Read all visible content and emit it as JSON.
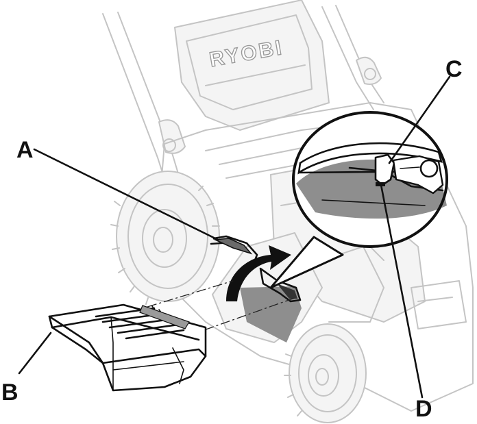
{
  "brand": {
    "logo_text": "RYOBI"
  },
  "callouts": {
    "a": "A",
    "b": "B",
    "c": "C",
    "d": "D"
  },
  "colors": {
    "line_art": "#c4c4c4",
    "ink": "#111111",
    "shade": "#8e8e8e",
    "background": "#ffffff"
  }
}
